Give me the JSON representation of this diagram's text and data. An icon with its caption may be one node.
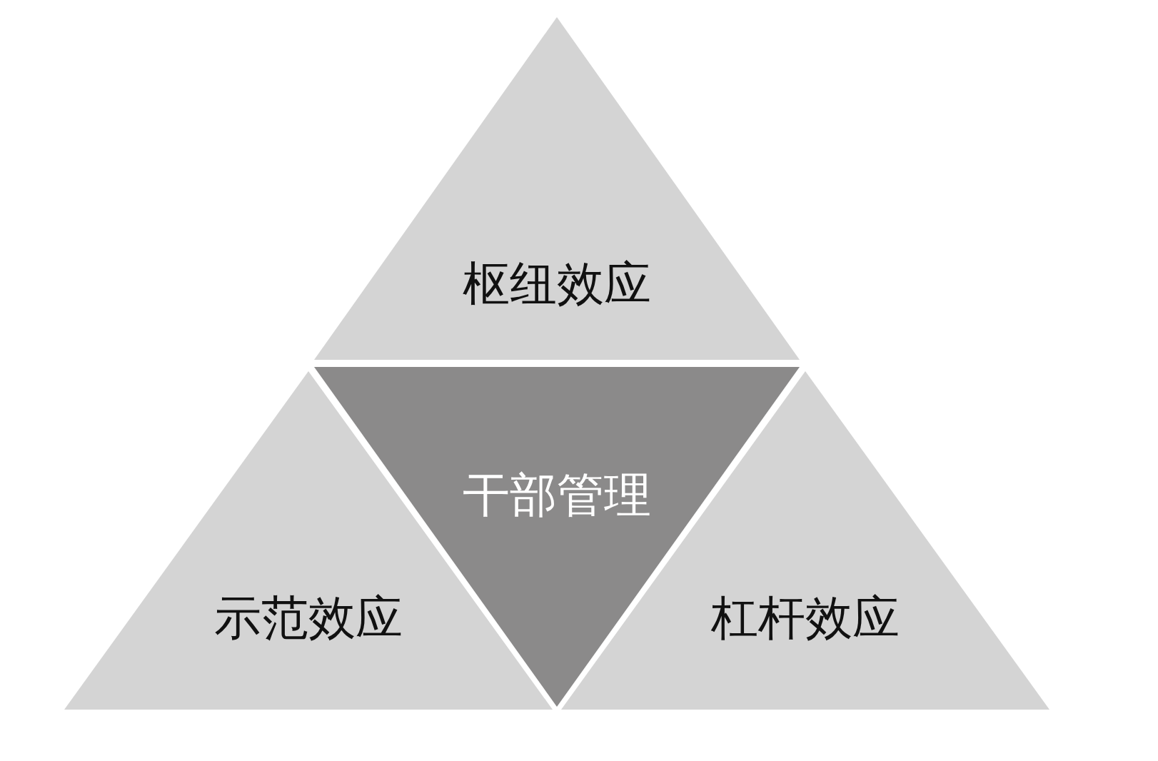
{
  "diagram": {
    "nodes": [
      {
        "text": [
          "枢纽效应"
        ]
      },
      {
        "text": [
          "干部管理"
        ]
      },
      {
        "text": [
          "示范效应"
        ]
      },
      {
        "text": [
          "杠杆效应"
        ]
      }
    ]
  }
}
